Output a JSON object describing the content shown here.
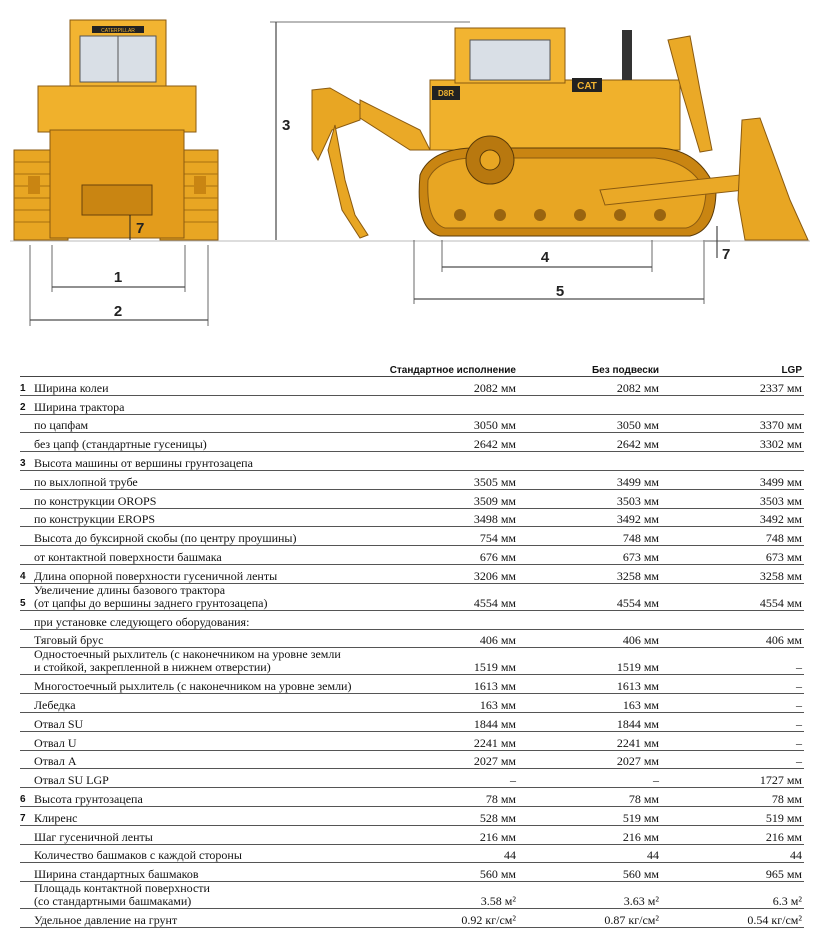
{
  "illustration": {
    "dims": [
      "1",
      "2",
      "3",
      "4",
      "5",
      "7",
      "7"
    ],
    "cab_label": "CATERPILLAR",
    "model_label": "D8R",
    "brand_label": "CAT"
  },
  "table": {
    "headers": [
      "Стандартное исполнение",
      "Без подвески",
      "LGP"
    ],
    "rows": [
      {
        "n": "1",
        "label": "Ширина колеи",
        "v": [
          "2082 мм",
          "2082 мм",
          "2337 мм"
        ],
        "line": true
      },
      {
        "n": "2",
        "label": "Ширина трактора",
        "v": [
          "",
          "",
          ""
        ],
        "line": true
      },
      {
        "n": "",
        "label": "по цапфам",
        "v": [
          "3050 мм",
          "3050 мм",
          "3370 мм"
        ],
        "line": true
      },
      {
        "n": "",
        "label": "без цапф (стандартные гусеницы)",
        "v": [
          "2642 мм",
          "2642 мм",
          "3302 мм"
        ],
        "line": true
      },
      {
        "n": "3",
        "label": "Высота машины от вершины грунтозацепа",
        "v": [
          "",
          "",
          ""
        ],
        "line": true
      },
      {
        "n": "",
        "label": "по выхлопной трубе",
        "v": [
          "3505 мм",
          "3499 мм",
          "3499 мм"
        ],
        "line": true
      },
      {
        "n": "",
        "label": "по конструкции OROPS",
        "v": [
          "3509 мм",
          "3503 мм",
          "3503 мм"
        ],
        "line": true
      },
      {
        "n": "",
        "label": "по конструкции EROPS",
        "v": [
          "3498 мм",
          "3492 мм",
          "3492 мм"
        ],
        "line": true
      },
      {
        "n": "",
        "label": "Высота до буксирной скобы (по центру проушины)",
        "v": [
          "754 мм",
          "748 мм",
          "748 мм"
        ],
        "line": true
      },
      {
        "n": "",
        "label": "от контактной поверхности башмака",
        "v": [
          "676 мм",
          "673 мм",
          "673 мм"
        ],
        "line": true
      },
      {
        "n": "4",
        "label": "Длина опорной поверхности гусеничной ленты",
        "v": [
          "3206 мм",
          "3258 мм",
          "3258 мм"
        ],
        "line": true
      },
      {
        "n": "5",
        "label": "Увеличение длины базового трактора",
        "label2": "(от цапфы до вершины заднего грунтозацепа)",
        "v": [
          "4554 мм",
          "4554 мм",
          "4554 мм"
        ],
        "line": true
      },
      {
        "n": "",
        "label": "при установке следующего оборудования:",
        "v": [
          "",
          "",
          ""
        ],
        "line": true
      },
      {
        "n": "",
        "label": "Тяговый брус",
        "v": [
          "406 мм",
          "406 мм",
          "406 мм"
        ],
        "line": true
      },
      {
        "n": "",
        "label": "Одностоечный рыхлитель (с наконечником на уровне земли",
        "label2": "и стойкой, закрепленной в нижнем отверстии)",
        "v": [
          "1519 мм",
          "1519 мм",
          "–"
        ],
        "line": true
      },
      {
        "n": "",
        "label": "Многостоечный рыхлитель (с наконечником на уровне земли)",
        "v": [
          "1613 мм",
          "1613 мм",
          "–"
        ],
        "line": true
      },
      {
        "n": "",
        "label": "Лебедка",
        "v": [
          "163 мм",
          "163 мм",
          "–"
        ],
        "line": true
      },
      {
        "n": "",
        "label": "Отвал SU",
        "v": [
          "1844 мм",
          "1844 мм",
          "–"
        ],
        "line": true
      },
      {
        "n": "",
        "label": "Отвал U",
        "v": [
          "2241 мм",
          "2241 мм",
          "–"
        ],
        "line": true
      },
      {
        "n": "",
        "label": "Отвал А",
        "v": [
          "2027 мм",
          "2027 мм",
          "–"
        ],
        "line": true
      },
      {
        "n": "",
        "label": "Отвал SU LGP",
        "v": [
          "–",
          "–",
          "1727 мм"
        ],
        "line": true
      },
      {
        "n": "6",
        "label": "Высота грунтозацепа",
        "v": [
          "78 мм",
          "78 мм",
          "78 мм"
        ],
        "line": true
      },
      {
        "n": "7",
        "label": "Клиренс",
        "v": [
          "528 мм",
          "519 мм",
          "519 мм"
        ],
        "line": true
      },
      {
        "n": "",
        "label": "Шаг гусеничной ленты",
        "v": [
          "216 мм",
          "216 мм",
          "216 мм"
        ],
        "line": true
      },
      {
        "n": "",
        "label": "Количество башмаков с каждой стороны",
        "v": [
          "44",
          "44",
          "44"
        ],
        "line": true
      },
      {
        "n": "",
        "label": "Ширина стандартных башмаков",
        "v": [
          "560 мм",
          "560 мм",
          "965 мм"
        ],
        "line": true
      },
      {
        "n": "",
        "label": "Площадь контактной поверхности",
        "label2": "(со стандартными башмаками)",
        "v": [
          "3.58 м²",
          "3.63 м²",
          "6.3 м²"
        ],
        "line": true
      },
      {
        "n": "",
        "label": "Удельное давление на грунт",
        "v": [
          "0.92 кг/см²",
          "0.87 кг/см²",
          "0.54 кг/см²"
        ],
        "line": true
      }
    ]
  }
}
